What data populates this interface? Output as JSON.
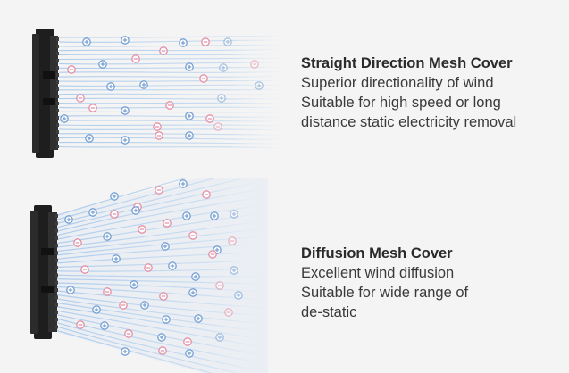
{
  "straight": {
    "title": "Straight Direction Mesh Cover",
    "lines": [
      "Superior directionality of wind",
      "Suitable for high speed or long",
      "distance static electricity removal"
    ]
  },
  "diffusion": {
    "title": "Diffusion Mesh Cover",
    "lines": [
      "Excellent wind diffusion",
      "Suitable for wide range of",
      "de-static"
    ]
  },
  "colors": {
    "airflow": "#a9c9ea",
    "positive_ion": "#6f9bd1",
    "negative_ion": "#e48aa0",
    "device_body": "#1e1e1e"
  }
}
